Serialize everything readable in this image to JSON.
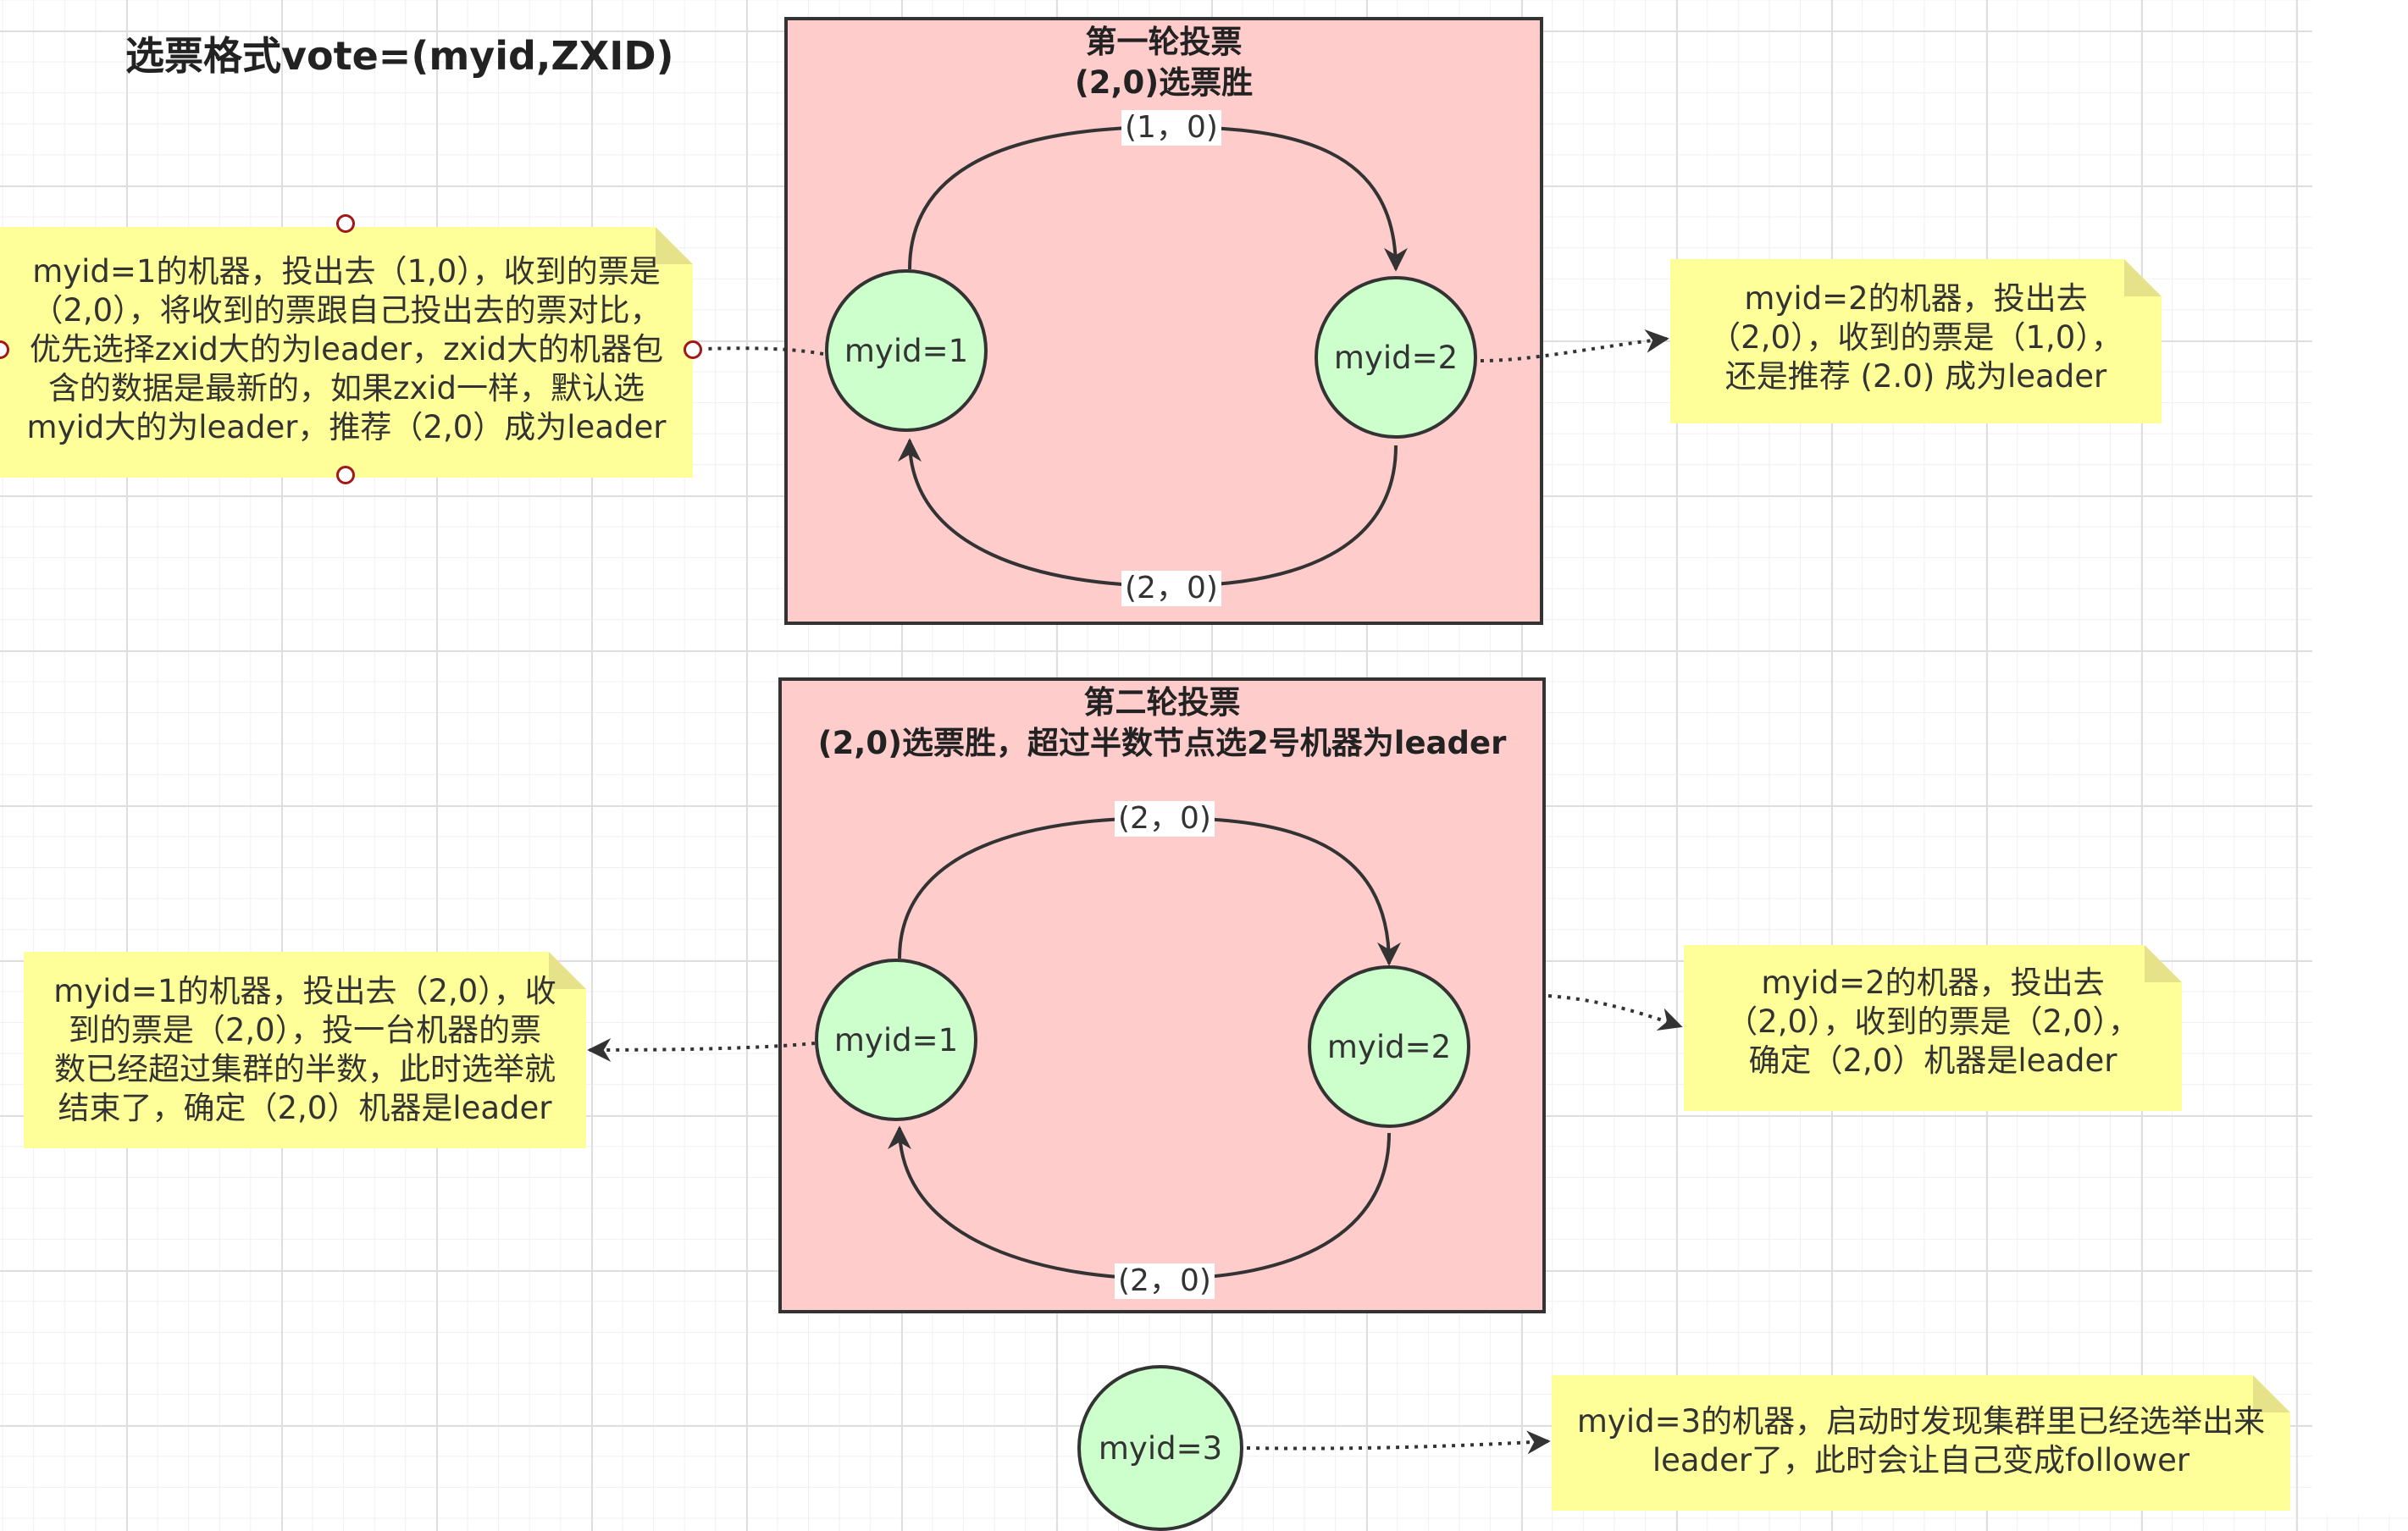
{
  "title": "选票格式vote=(myid,ZXID)",
  "round1": {
    "title_line1": "第一轮投票",
    "title_line2": "(2,0)选票胜",
    "node_left": "myid=1",
    "node_right": "myid=2",
    "edge_top": "(1，0)",
    "edge_bottom": "(2，0)"
  },
  "round2": {
    "title_line1": "第二轮投票",
    "title_line2": "(2,0)选票胜，超过半数节点选2号机器为leader",
    "node_left": "myid=1",
    "node_right": "myid=2",
    "edge_top": "(2，0)",
    "edge_bottom": "(2，0)"
  },
  "node3": {
    "label": "myid=3"
  },
  "notes": {
    "r1_left": [
      "myid=1的机器，投出去（1,0），收到的票是",
      "（2,0），将收到的票跟自己投出去的票对比，",
      "优先选择zxid大的为leader，zxid大的机器包",
      "含的数据是最新的，如果zxid一样，默认选",
      "myid大的为leader，推荐（2,0）成为leader"
    ],
    "r1_right": [
      "myid=2的机器，投出去",
      "（2,0），收到的票是（1,0），",
      "还是推荐 (2.0) 成为leader"
    ],
    "r2_left": [
      "myid=1的机器，投出去（2,0），收",
      "到的票是（2,0），投一台机器的票",
      "数已经超过集群的半数，此时选举就",
      "结束了，确定（2,0）机器是leader"
    ],
    "r2_right": [
      "myid=2的机器，投出去",
      "（2,0），收到的票是（2,0），",
      "确定（2,0）机器是leader"
    ],
    "n3": [
      "myid=3的机器，启动时发现集群里已经选举出来",
      "leader了，此时会让自己变成follower"
    ]
  },
  "colors": {
    "round_fill": "#ffcccc",
    "node_fill": "#ccffcc",
    "note_fill": "#ffff99",
    "stroke": "#333333"
  }
}
